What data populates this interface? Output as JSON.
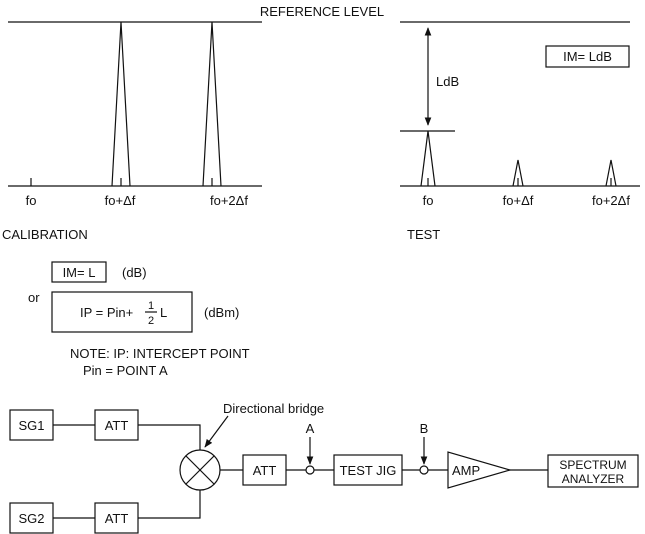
{
  "top": {
    "reference_label": "REFERENCE LEVEL",
    "calibration": {
      "label": "CALIBRATION",
      "ticks": {
        "f0": "fo",
        "f1": "fo+",
        "f2": "fo+2"
      },
      "delta": "Δ",
      "f_sym": "f"
    },
    "test": {
      "label": "TEST",
      "ticks": {
        "f0": "fo",
        "f1": "fo+",
        "f2": "fo+2"
      },
      "delta": "Δ",
      "f_sym": "f",
      "ldb_label": "LdB",
      "im_box": "IM= LdB"
    }
  },
  "formulas": {
    "im_box": "IM= L",
    "im_unit": "(dB)",
    "or_label": "or",
    "ip_lhs": "IP = Pin+",
    "frac_num": "1",
    "frac_den": "2",
    "ip_L": "L",
    "ip_unit": "(dBm)",
    "note_line1": "NOTE: IP: INTERCEPT POINT",
    "note_line2": "Pin = POINT A"
  },
  "setup": {
    "sg1": "SG1",
    "sg2": "SG2",
    "att_top": "ATT",
    "att_bottom": "ATT",
    "att_mid": "ATT",
    "bridge_label": "Directional bridge",
    "point_a": "A",
    "point_b": "B",
    "test_jig": "TEST JIG",
    "amp": "AMP",
    "analyzer_line1": "SPECTRUM",
    "analyzer_line2": "ANALYZER"
  }
}
